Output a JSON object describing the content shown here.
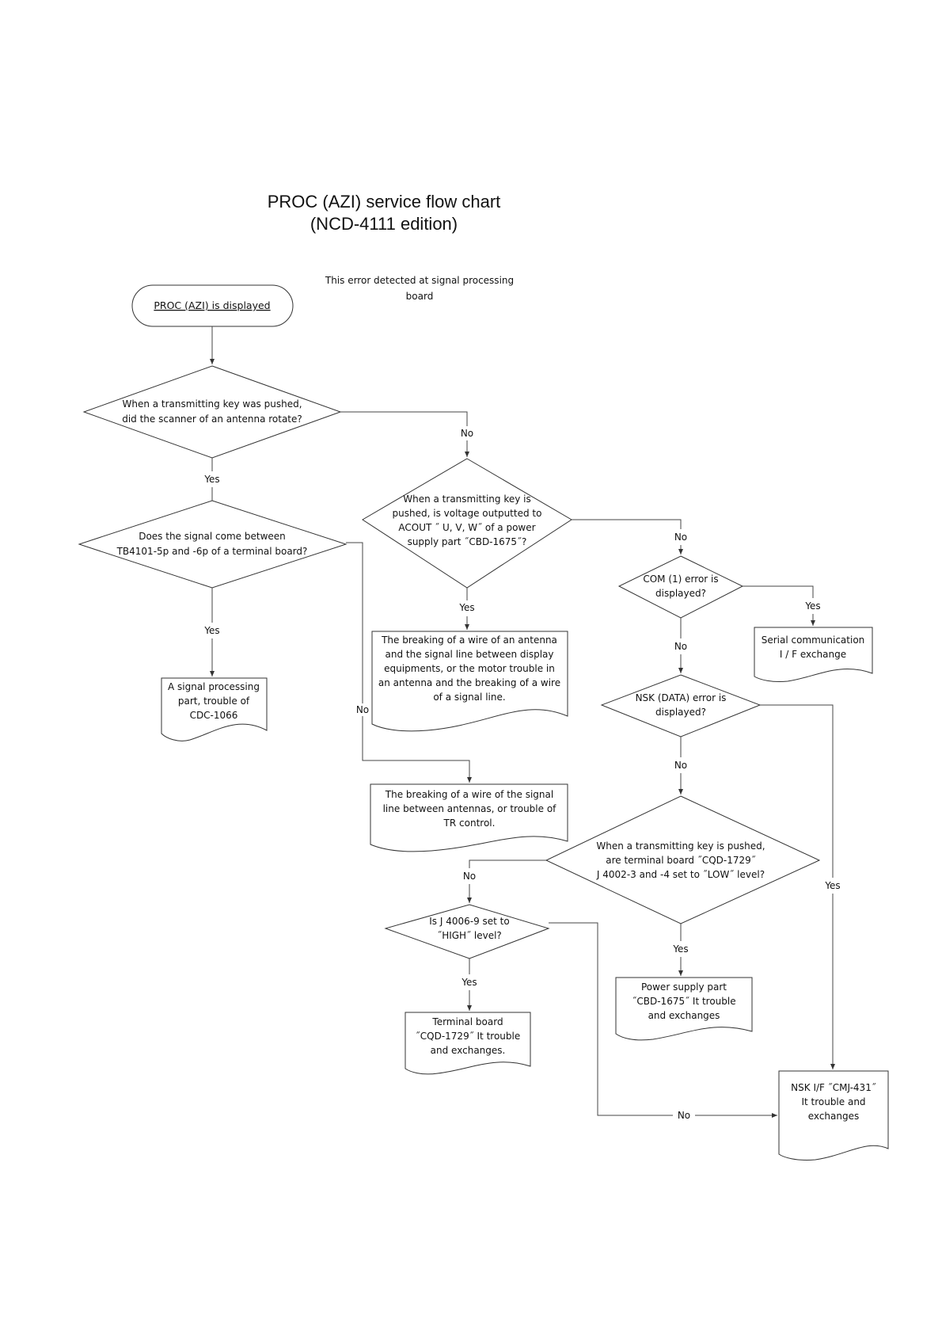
{
  "title": {
    "line1": "PROC (AZI) service flow chart",
    "line2": "(NCD-4111 edition)"
  },
  "note": {
    "line1": "This error detected at signal processing",
    "line2": "board"
  },
  "start": {
    "label": "PROC (AZI) is displayed"
  },
  "decisions": {
    "d1": [
      "When a transmitting key was pushed,",
      "did the scanner of an antenna rotate?"
    ],
    "d2": [
      "Does the signal come between",
      "TB4101-5p and -6p of a terminal board?"
    ],
    "d3": [
      "When a transmitting key is",
      "pushed, is voltage outputted to",
      "ACOUT ˝ U, V, W˝ of a power",
      "supply part ˝CBD-1675˝?"
    ],
    "d4": [
      "COM (1) error is",
      "displayed?"
    ],
    "d5": [
      "NSK (DATA) error is",
      "displayed?"
    ],
    "d6": [
      "When a transmitting key is pushed,",
      "are terminal board ˝CQD-1729˝",
      "J 4002-3 and -4 set to ˝LOW˝ level?"
    ],
    "d7": [
      "Is J 4006-9 set to",
      "˝HIGH˝ level?"
    ]
  },
  "results": {
    "r1": [
      "A signal processing",
      "part, trouble of",
      "CDC-1066"
    ],
    "r2": [
      "The breaking of a wire of an antenna",
      "and the signal line between display",
      "equipments, or the motor trouble in",
      "an antenna and the breaking of a wire",
      "of a signal line."
    ],
    "r3": [
      "Serial communication",
      "I / F exchange"
    ],
    "r4": [
      "The breaking of a wire of the signal",
      "line between antennas, or trouble of",
      "TR control."
    ],
    "r5": [
      "Power supply part",
      "˝CBD-1675˝ It trouble",
      "and exchanges"
    ],
    "r6": [
      "Terminal board",
      "˝CQD-1729˝ It trouble",
      "and exchanges."
    ],
    "r7": [
      "NSK I/F ˝CMJ-431˝",
      "It trouble and",
      "exchanges"
    ]
  },
  "edges": {
    "yes": "Yes",
    "no": "No"
  }
}
